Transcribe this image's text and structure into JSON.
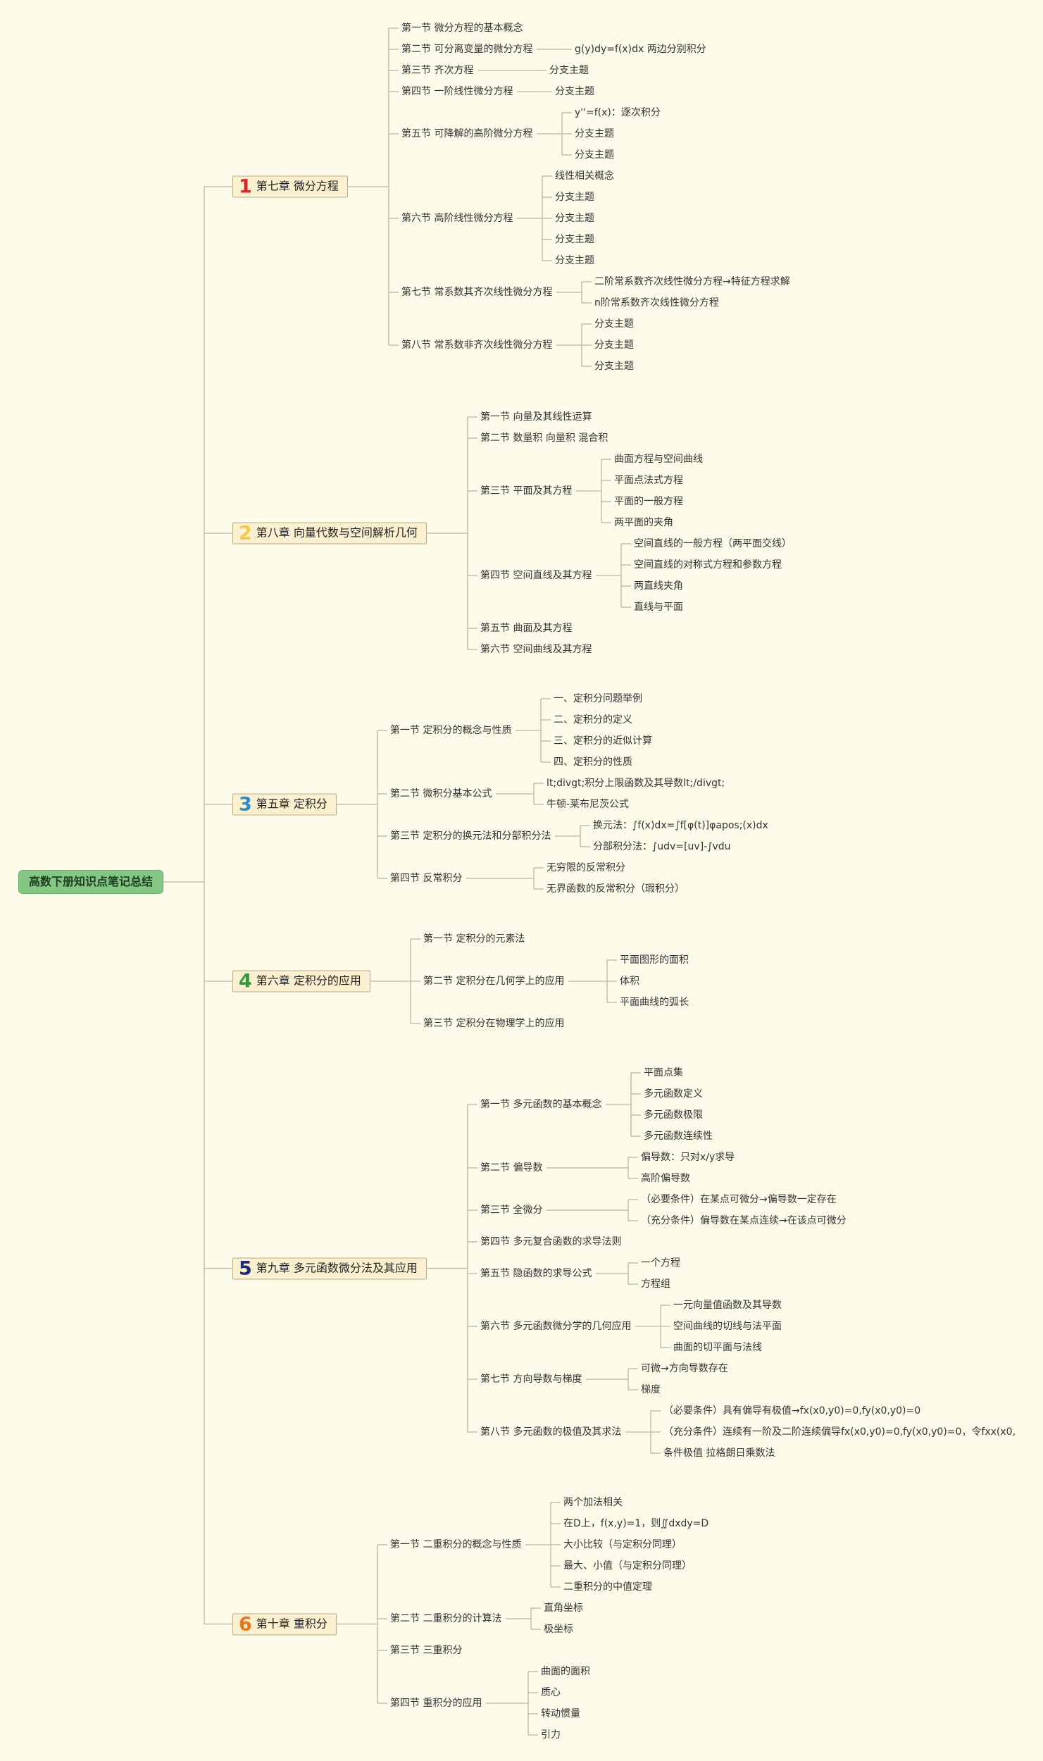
{
  "mindmap": {
    "root": "高数下册知识点笔记总结",
    "colors": {
      "background": "#fdfbe9",
      "root": "#84c785",
      "chapter_fill": "#fbf0cf",
      "line": "#b9b6a2"
    },
    "chapters": [
      {
        "num": "1",
        "color": "#d9262b",
        "title": "第七章 微分方程",
        "sections": [
          {
            "title": "第一节 微分方程的基本概念",
            "items": []
          },
          {
            "title": "第二节 可分离变量的微分方程",
            "items": [
              "g(y)dy=f(x)dx 两边分别积分"
            ]
          },
          {
            "title": "第三节 齐次方程",
            "items": [
              "分支主题"
            ]
          },
          {
            "title": "第四节 一阶线性微分方程",
            "items": [
              "分支主题"
            ]
          },
          {
            "title": "第五节 可降解的高阶微分方程",
            "items": [
              "y''=f(x)：逐次积分",
              "分支主题",
              "分支主题"
            ]
          },
          {
            "title": "第六节 高阶线性微分方程",
            "items": [
              "线性相关概念",
              "分支主题",
              "分支主题",
              "分支主题",
              "分支主题"
            ]
          },
          {
            "title": "第七节 常系数其齐次线性微分方程",
            "items": [
              "二阶常系数齐次线性微分方程→特征方程求解",
              "n阶常系数齐次线性微分方程"
            ]
          },
          {
            "title": "第八节 常系数非齐次线性微分方程",
            "items": [
              "分支主题",
              "分支主题",
              "分支主题"
            ]
          }
        ]
      },
      {
        "num": "2",
        "color": "#f2c94c",
        "title": "第八章 向量代数与空间解析几何",
        "sections": [
          {
            "title": "第一节 向量及其线性运算",
            "items": []
          },
          {
            "title": "第二节 数量积 向量积 混合积",
            "items": []
          },
          {
            "title": "第三节 平面及其方程",
            "items": [
              "曲面方程与空间曲线",
              "平面点法式方程",
              "平面的一般方程",
              "两平面的夹角"
            ]
          },
          {
            "title": "第四节 空间直线及其方程",
            "items": [
              "空间直线的一般方程（两平面交线）",
              "空间直线的对称式方程和参数方程",
              "两直线夹角",
              "直线与平面"
            ]
          },
          {
            "title": "第五节 曲面及其方程",
            "items": []
          },
          {
            "title": "第六节 空间曲线及其方程",
            "items": []
          }
        ]
      },
      {
        "num": "3",
        "color": "#2e8bc9",
        "title": "第五章 定积分",
        "sections": [
          {
            "title": "第一节 定积分的概念与性质",
            "items": [
              "一、定积分问题举例",
              "二、定积分的定义",
              "三、定积分的近似计算",
              "四、定积分的性质"
            ]
          },
          {
            "title": "第二节 微积分基本公式",
            "items": [
              "lt;divgt;积分上限函数及其导数lt;/divgt;",
              "牛顿-莱布尼茨公式"
            ]
          },
          {
            "title": "第三节 定积分的换元法和分部积分法",
            "items": [
              "换元法：∫f(x)dx=∫f[φ(t)]φapos;(x)dx",
              "分部积分法：∫udv=[uv]-∫vdu"
            ]
          },
          {
            "title": "第四节 反常积分",
            "items": [
              "无穷限的反常积分",
              "无界函数的反常积分（瑕积分）"
            ]
          }
        ]
      },
      {
        "num": "4",
        "color": "#2e9a3a",
        "title": "第六章 定积分的应用",
        "sections": [
          {
            "title": "第一节 定积分的元素法",
            "items": []
          },
          {
            "title": "第二节 定积分在几何学上的应用",
            "items": [
              "平面图形的面积",
              "体积",
              "平面曲线的弧长"
            ]
          },
          {
            "title": "第三节 定积分在物理学上的应用",
            "items": []
          }
        ]
      },
      {
        "num": "5",
        "color": "#1f2a78",
        "title": "第九章 多元函数微分法及其应用",
        "sections": [
          {
            "title": "第一节 多元函数的基本概念",
            "items": [
              "平面点集",
              "多元函数定义",
              "多元函数极限",
              "多元函数连续性"
            ]
          },
          {
            "title": "第二节 偏导数",
            "items": [
              "偏导数：只对x/y求导",
              "高阶偏导数"
            ]
          },
          {
            "title": "第三节 全微分",
            "items": [
              "（必要条件）在某点可微分→偏导数一定存在",
              "（充分条件）偏导数在某点连续→在该点可微分"
            ]
          },
          {
            "title": "第四节 多元复合函数的求导法则",
            "items": []
          },
          {
            "title": "第五节 隐函数的求导公式",
            "items": [
              "一个方程",
              "方程组"
            ]
          },
          {
            "title": "第六节 多元函数微分学的几何应用",
            "items": [
              "一元向量值函数及其导数",
              "空间曲线的切线与法平面",
              "曲面的切平面与法线"
            ]
          },
          {
            "title": "第七节 方向导数与梯度",
            "items": [
              "可微→方向导数存在",
              "梯度"
            ]
          },
          {
            "title": "第八节 多元函数的极值及其求法",
            "items": [
              "（必要条件）具有偏导有极值→fx(x0,y0)=0,fy(x0,y0)=0",
              "（充分条件）连续有一阶及二阶连续偏导fx(x0,y0)=0,fy(x0,y0)=0，令fxx(x0,",
              "条件极值 拉格朗日乘数法"
            ]
          }
        ]
      },
      {
        "num": "6",
        "color": "#e8731f",
        "title": "第十章 重积分",
        "sections": [
          {
            "title": "第一节 二重积分的概念与性质",
            "items": [
              "两个加法相关",
              "在D上，f(x,y)=1，则∬dxdy=D",
              "大小比较（与定积分同理）",
              "最大、小值（与定积分同理）",
              "二重积分的中值定理"
            ]
          },
          {
            "title": "第二节 二重积分的计算法",
            "items": [
              "直角坐标",
              "极坐标"
            ]
          },
          {
            "title": "第三节 三重积分",
            "items": []
          },
          {
            "title": "第四节 重积分的应用",
            "items": [
              "曲面的面积",
              "质心",
              "转动惯量",
              "引力"
            ]
          }
        ]
      }
    ]
  }
}
